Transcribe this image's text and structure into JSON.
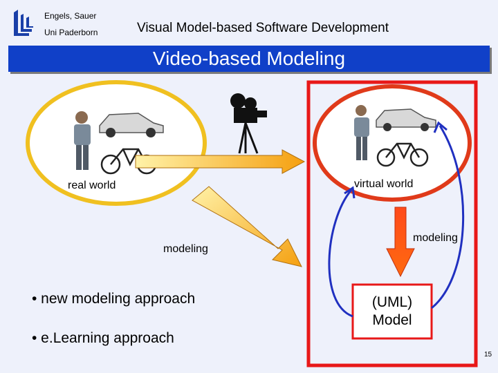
{
  "header": {
    "author": "Engels, Sauer",
    "university": "Uni Paderborn",
    "course_title": "Visual Model-based Software Development"
  },
  "slide": {
    "title": "Video-based Modeling",
    "labels": {
      "real_world": "real world",
      "virtual_world": "virtual world",
      "modeling_left": "modeling",
      "modeling_right": "modeling"
    },
    "bullets": [
      "• new modeling approach",
      "• e.Learning approach"
    ],
    "model_box": {
      "line1": "(UML)",
      "line2": "Model"
    },
    "page_number": "15"
  },
  "colors": {
    "title_bar": "#1040c8",
    "background": "#eef1fb",
    "real_world_ellipse": "#f0c020",
    "virtual_world_ellipse": "#e03a1a",
    "frame": "#e81818",
    "loop_arrows": "#2030c0"
  },
  "icons": [
    "university-logo",
    "person-icon",
    "car-icon",
    "bicycle-icon",
    "movie-camera-icon",
    "arrow-right-icon",
    "arrow-diagonal-icon",
    "arrow-down-icon"
  ]
}
